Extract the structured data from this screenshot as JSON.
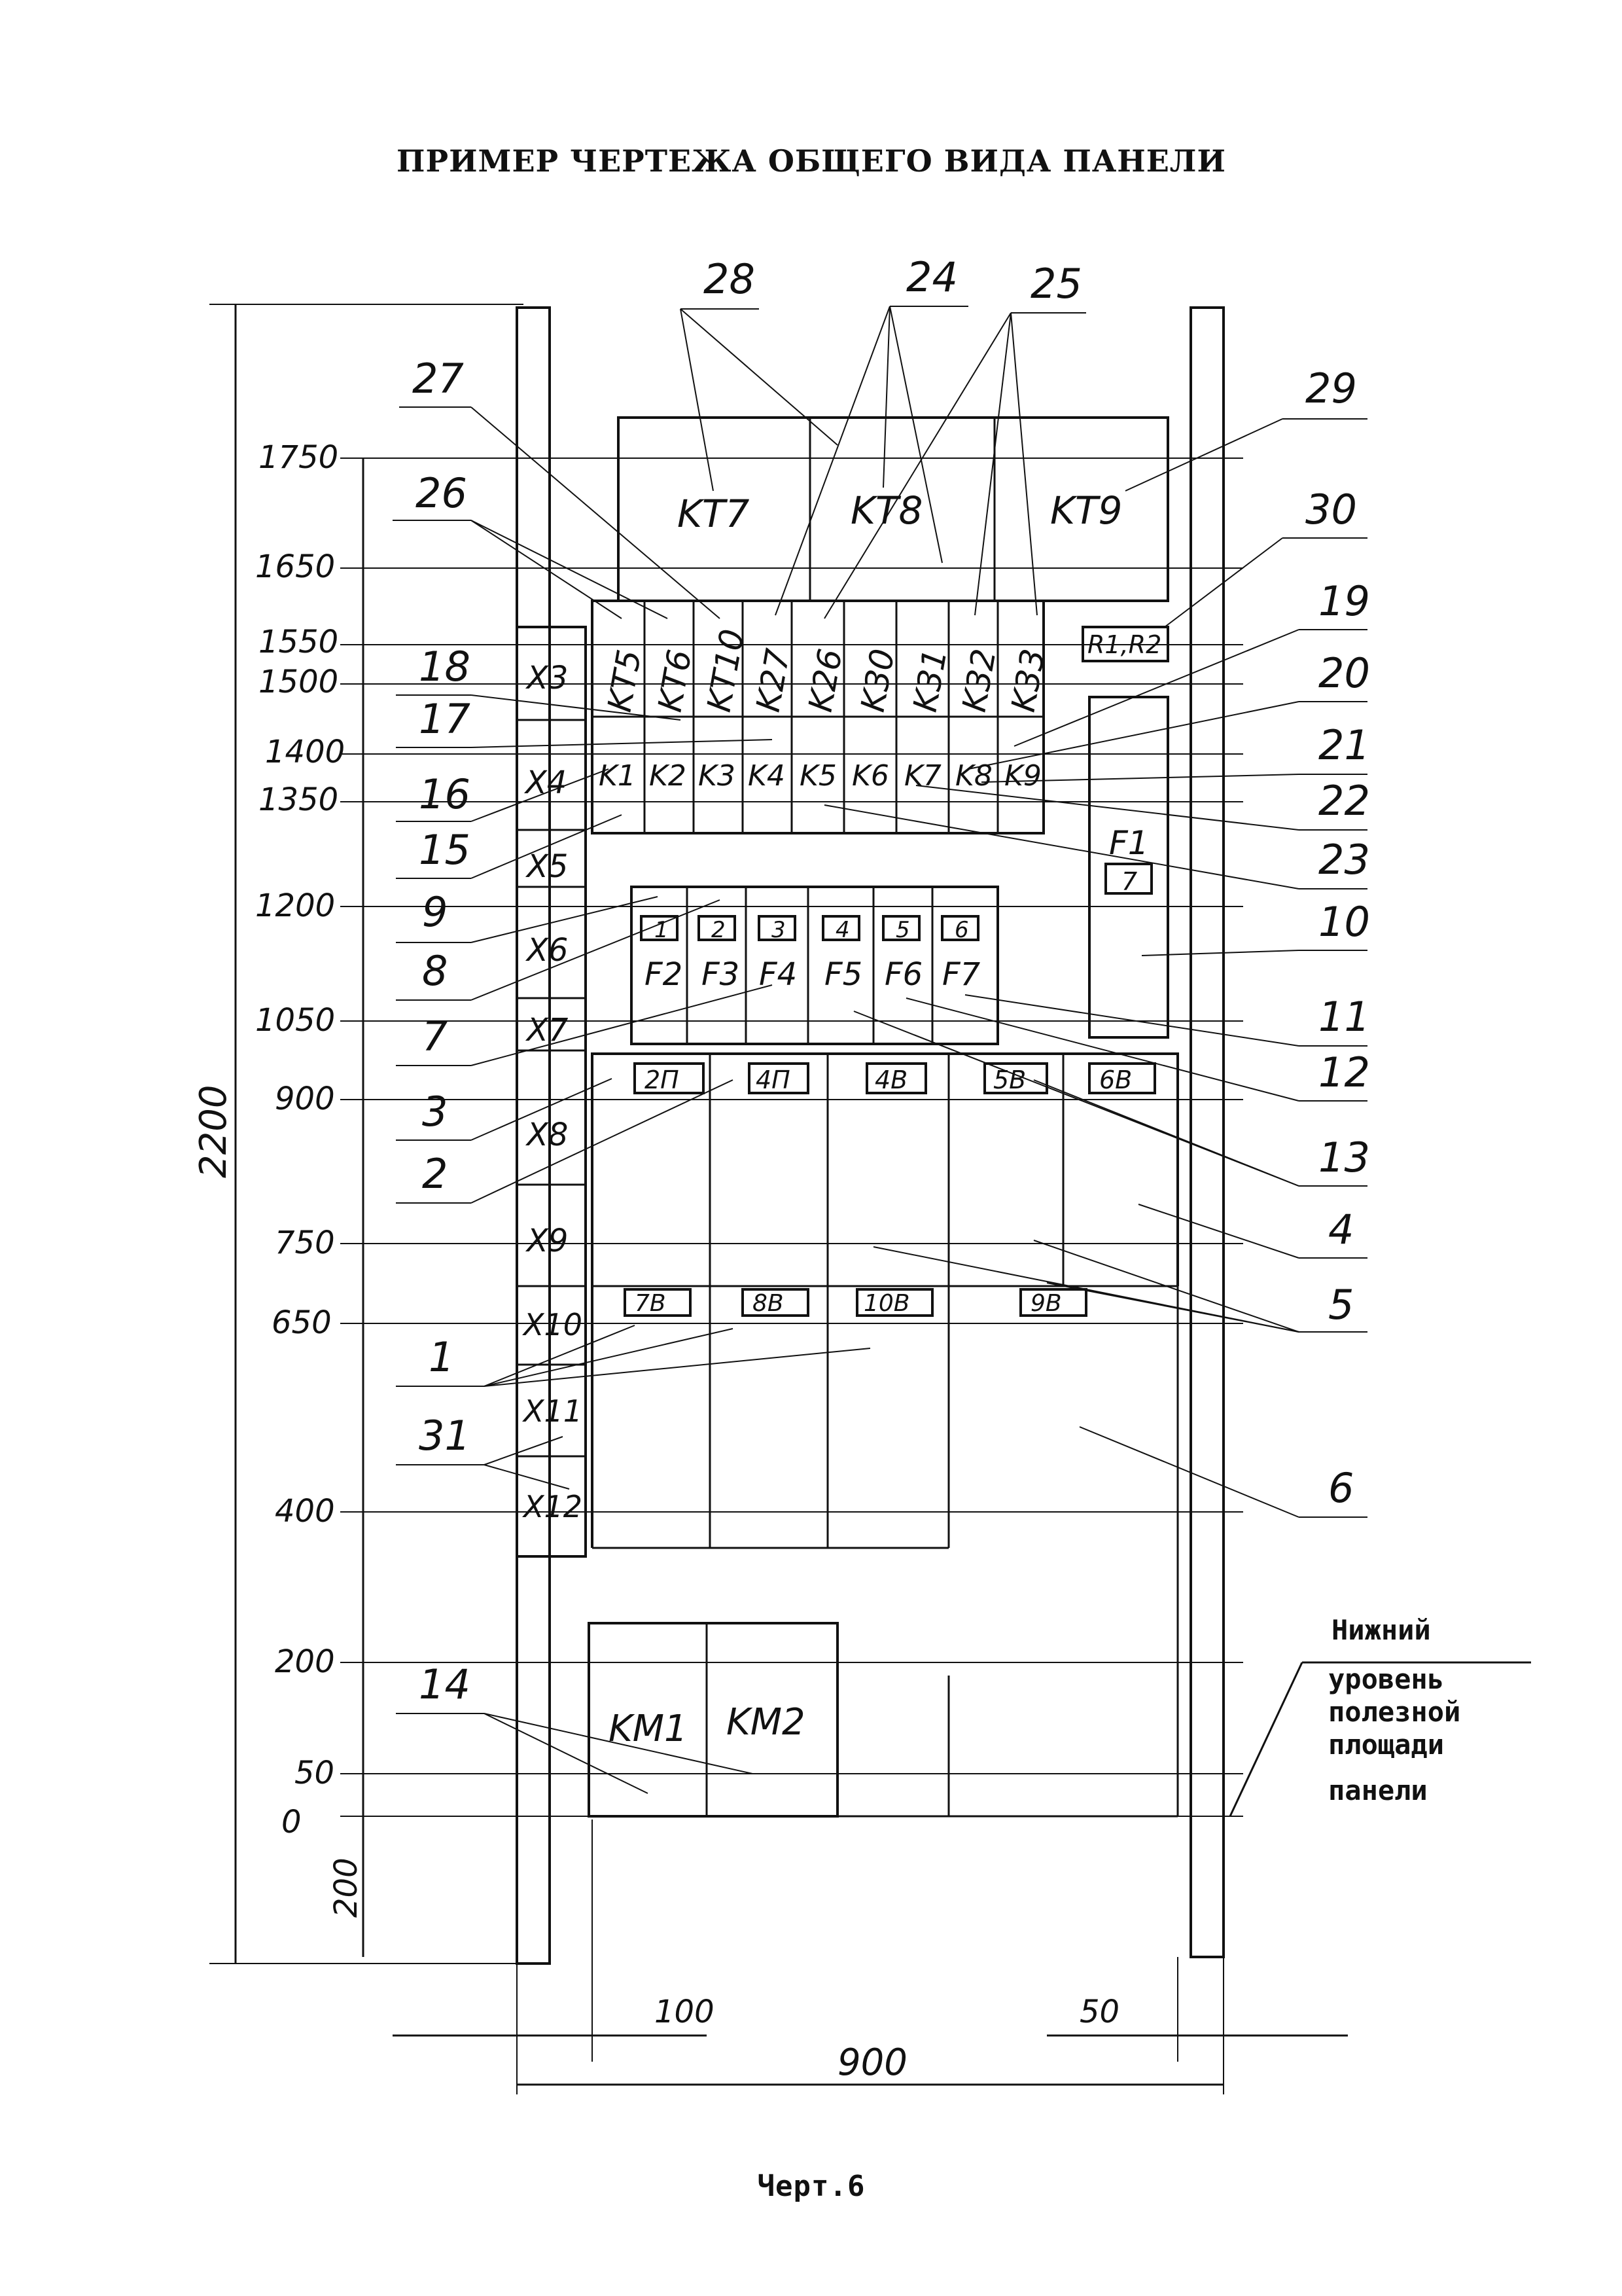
{
  "title": "ПРИМЕР ЧЕРТЕЖА ОБЩЕГО ВИДА ПАНЕЛИ",
  "caption": "Черт.6",
  "note": [
    "Нижний",
    "уровень",
    "полезной",
    "площади",
    "панели"
  ],
  "dimensions": {
    "height_total": "2200",
    "bottom_offset": "200",
    "width_total": "900",
    "left_margin": "100",
    "right_margin": "50",
    "levels": [
      "1750",
      "1650",
      "1550",
      "1500",
      "1400",
      "1350",
      "1200",
      "1050",
      "900",
      "750",
      "650",
      "400",
      "200",
      "50",
      "0"
    ]
  },
  "terminals": [
    "X3",
    "X4",
    "X5",
    "X6",
    "X7",
    "X8",
    "X9",
    "X10",
    "X11",
    "X12"
  ],
  "timers": [
    "KT7",
    "KT8",
    "KT9"
  ],
  "relays_top": [
    "KT5",
    "KT6",
    "KT10",
    "K27",
    "K26",
    "K30",
    "K31",
    "K32",
    "K33"
  ],
  "relays_bottom": [
    "K1",
    "K2",
    "K3",
    "K4",
    "K5",
    "K6",
    "K7",
    "K8",
    "K9"
  ],
  "resistor": "R1,R2",
  "fuse_f1": {
    "label": "F1",
    "tag": "7"
  },
  "fuses": [
    {
      "tag": "1",
      "label": "F2"
    },
    {
      "tag": "2",
      "label": "F3"
    },
    {
      "tag": "3",
      "label": "F4"
    },
    {
      "tag": "4",
      "label": "F5"
    },
    {
      "tag": "5",
      "label": "F6"
    },
    {
      "tag": "6",
      "label": "F7"
    }
  ],
  "breaker_tags_top": [
    "2П",
    "4П",
    "4В",
    "5В",
    "6В"
  ],
  "breaker_tags_mid": [
    "7В",
    "8В",
    "10В",
    "9В"
  ],
  "contactors": [
    "KM1",
    "KM2"
  ],
  "callouts": {
    "c1": "1",
    "c2": "2",
    "c3": "3",
    "c4": "4",
    "c5": "5",
    "c6": "6",
    "c7": "7",
    "c8": "8",
    "c9": "9",
    "c10": "10",
    "c11": "11",
    "c12": "12",
    "c13": "13",
    "c14": "14",
    "c15": "15",
    "c16": "16",
    "c17": "17",
    "c18": "18",
    "c19": "19",
    "c20": "20",
    "c21": "21",
    "c22": "22",
    "c23": "23",
    "c24": "24",
    "c25": "25",
    "c26": "26",
    "c27": "27",
    "c28": "28",
    "c29": "29",
    "c30": "30",
    "c31": "31"
  }
}
